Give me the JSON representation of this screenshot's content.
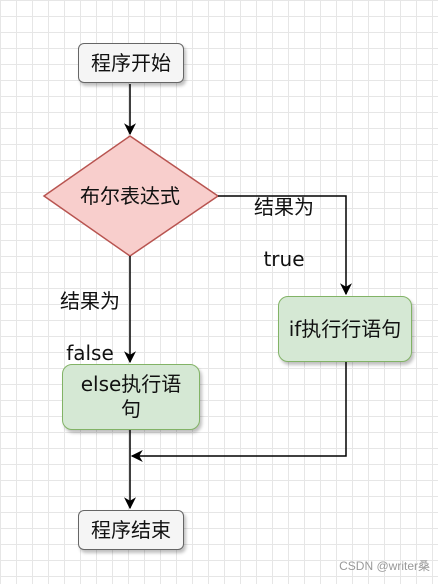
{
  "nodes": {
    "start": "程序开始",
    "condition": "布尔表达式",
    "if_branch": "if执行行语句",
    "else_branch_line1": "else执行语",
    "else_branch_line2": "句",
    "end": "程序结束"
  },
  "edge_labels": {
    "true_line1": "结果为",
    "true_line2": "true",
    "false_line1": "结果为",
    "false_line2": "false"
  },
  "watermark": "CSDN @writer桑",
  "colors": {
    "terminal_fill": "#f5f5f5",
    "terminal_stroke": "#666666",
    "decision_fill": "#f8cecc",
    "decision_stroke": "#b85450",
    "process_fill": "#d5e8d4",
    "process_stroke": "#82b366",
    "edge": "#000000"
  }
}
